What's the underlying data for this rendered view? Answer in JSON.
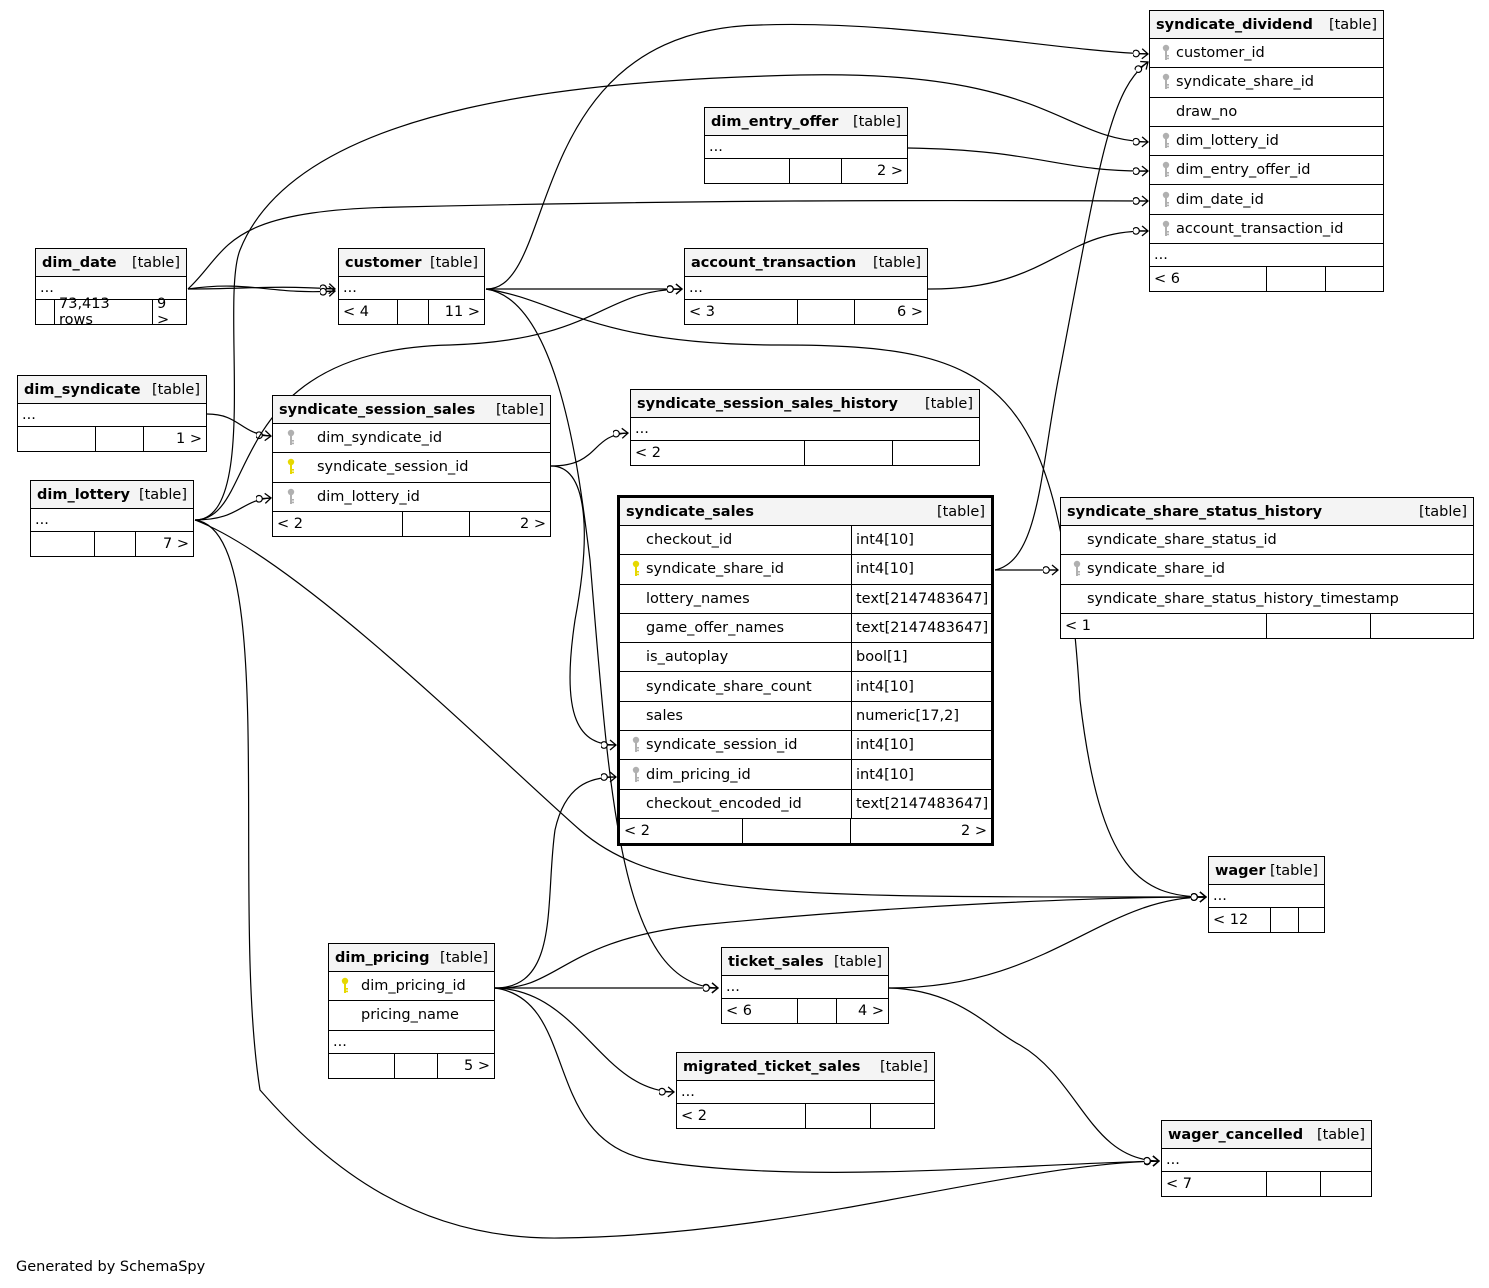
{
  "footer_text": "Generated by SchemaSpy",
  "type_label": "[table]",
  "colors": {
    "primary_key": "#e6d800",
    "foreign_key": "#b0b0b0",
    "header_bg": "#f4f4f4"
  },
  "tables": {
    "dim_date": {
      "name": "dim_date",
      "dots": "...",
      "footer": [
        "",
        "73,413 rows",
        "9 >"
      ]
    },
    "customer": {
      "name": "customer",
      "dots": "...",
      "footer": [
        "< 4",
        "",
        "11 >"
      ]
    },
    "account_transaction": {
      "name": "account_transaction",
      "dots": "...",
      "footer": [
        "< 3",
        "",
        "6 >"
      ]
    },
    "dim_entry_offer": {
      "name": "dim_entry_offer",
      "dots": "...",
      "footer": [
        "",
        "",
        "2 >"
      ]
    },
    "syndicate_dividend": {
      "name": "syndicate_dividend",
      "dots": "...",
      "footer": [
        "< 6",
        "",
        ""
      ],
      "columns": [
        {
          "name": "customer_id",
          "key": "fk"
        },
        {
          "name": "syndicate_share_id",
          "key": "fk"
        },
        {
          "name": "draw_no",
          "key": ""
        },
        {
          "name": "dim_lottery_id",
          "key": "fk"
        },
        {
          "name": "dim_entry_offer_id",
          "key": "fk"
        },
        {
          "name": "dim_date_id",
          "key": "fk"
        },
        {
          "name": "account_transaction_id",
          "key": "fk"
        }
      ]
    },
    "dim_syndicate": {
      "name": "dim_syndicate",
      "dots": "...",
      "footer": [
        "",
        "",
        "1 >"
      ]
    },
    "dim_lottery": {
      "name": "dim_lottery",
      "dots": "...",
      "footer": [
        "",
        "",
        "7 >"
      ]
    },
    "syndicate_session_sales": {
      "name": "syndicate_session_sales",
      "footer": [
        "< 2",
        "",
        "2 >"
      ],
      "columns": [
        {
          "name": "dim_syndicate_id",
          "key": "fk"
        },
        {
          "name": "syndicate_session_id",
          "key": "pk"
        },
        {
          "name": "dim_lottery_id",
          "key": "fk"
        }
      ]
    },
    "syndicate_session_sales_history": {
      "name": "syndicate_session_sales_history",
      "dots": "...",
      "footer": [
        "< 2",
        "",
        ""
      ]
    },
    "syndicate_sales": {
      "name": "syndicate_sales",
      "footer": [
        "< 2",
        "",
        "2 >"
      ],
      "columns": [
        {
          "name": "checkout_id",
          "type": "int4[10]",
          "key": ""
        },
        {
          "name": "syndicate_share_id",
          "type": "int4[10]",
          "key": "pk"
        },
        {
          "name": "lottery_names",
          "type": "text[2147483647]",
          "key": ""
        },
        {
          "name": "game_offer_names",
          "type": "text[2147483647]",
          "key": ""
        },
        {
          "name": "is_autoplay",
          "type": "bool[1]",
          "key": ""
        },
        {
          "name": "syndicate_share_count",
          "type": "int4[10]",
          "key": ""
        },
        {
          "name": "sales",
          "type": "numeric[17,2]",
          "key": ""
        },
        {
          "name": "syndicate_session_id",
          "type": "int4[10]",
          "key": "fk"
        },
        {
          "name": "dim_pricing_id",
          "type": "int4[10]",
          "key": "fk"
        },
        {
          "name": "checkout_encoded_id",
          "type": "text[2147483647]",
          "key": ""
        }
      ]
    },
    "syndicate_share_status_history": {
      "name": "syndicate_share_status_history",
      "footer": [
        "< 1",
        "",
        ""
      ],
      "columns": [
        {
          "name": "syndicate_share_status_id",
          "key": ""
        },
        {
          "name": "syndicate_share_id",
          "key": "fk"
        },
        {
          "name": "syndicate_share_status_history_timestamp",
          "key": ""
        }
      ]
    },
    "wager": {
      "name": "wager",
      "dots": "...",
      "footer": [
        "< 12",
        "",
        ""
      ]
    },
    "dim_pricing": {
      "name": "dim_pricing",
      "dots": "...",
      "footer": [
        "",
        "",
        "5 >"
      ],
      "columns": [
        {
          "name": "dim_pricing_id",
          "key": "pk"
        },
        {
          "name": "pricing_name",
          "key": ""
        }
      ]
    },
    "ticket_sales": {
      "name": "ticket_sales",
      "dots": "...",
      "footer": [
        "< 6",
        "",
        "4 >"
      ]
    },
    "migrated_ticket_sales": {
      "name": "migrated_ticket_sales",
      "dots": "...",
      "footer": [
        "< 2",
        "",
        ""
      ]
    },
    "wager_cancelled": {
      "name": "wager_cancelled",
      "dots": "...",
      "footer": [
        "< 7",
        "",
        ""
      ]
    }
  }
}
